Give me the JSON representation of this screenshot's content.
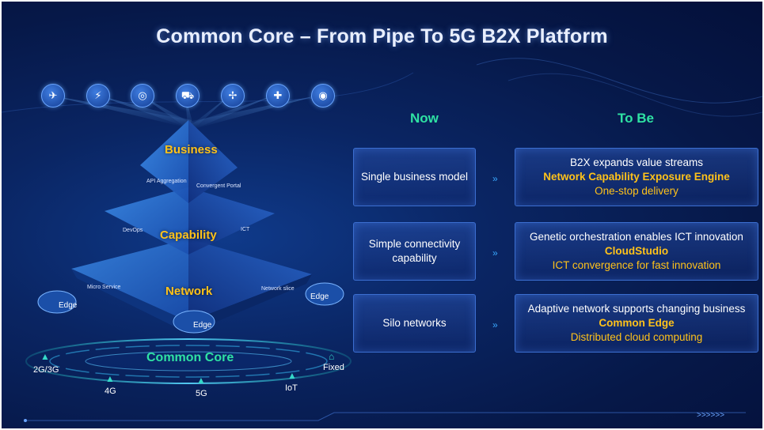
{
  "title": "Common Core – From Pipe To 5G B2X Platform",
  "columns": {
    "now": "Now",
    "to_be": "To Be"
  },
  "rows": [
    {
      "now": "Single business model",
      "to_be_line1": "B2X expands value streams",
      "to_be_line2": "Network Capability Exposure Engine",
      "to_be_line3": "One-stop delivery"
    },
    {
      "now": "Simple connectivity capability",
      "to_be_line1": "Genetic orchestration enables  ICT innovation",
      "to_be_line2": "CloudStudio",
      "to_be_line3": "ICT convergence for fast innovation"
    },
    {
      "now": "Silo networks",
      "to_be_line1": "Adaptive network supports changing business",
      "to_be_line2": "Common Edge",
      "to_be_line3": "Distributed cloud computing"
    }
  ],
  "pyramid": {
    "business": "Business",
    "capability": "Capability",
    "network": "Network",
    "core": "Common Core",
    "sublabels": {
      "api_aggregation": "API Aggregation",
      "convergent_portal": "Convergent Portal",
      "devops": "DevOps",
      "ict": "ICT",
      "micro_service": "Micro Service",
      "network_slice": "Network slice"
    },
    "edge": "Edge"
  },
  "top_icons": [
    "drone-delivery-icon",
    "power-tower-icon",
    "vr-headset-icon",
    "connected-car-icon",
    "drone-icon",
    "gamepad-icon",
    "camera-icon"
  ],
  "access": {
    "g23": "2G/3G",
    "g4": "4G",
    "g5": "5G",
    "iot": "IoT",
    "fixed": "Fixed"
  },
  "colors": {
    "accent_green": "#2fe2a3",
    "accent_gold": "#ffc21a",
    "background": "#061848",
    "box_border": "#3b6ed0"
  }
}
